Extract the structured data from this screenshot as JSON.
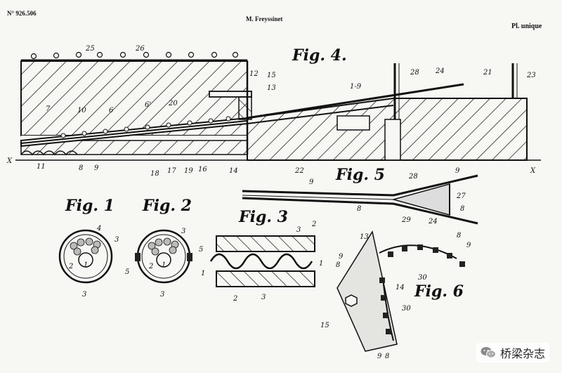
{
  "header": {
    "patent_no": "N° 926.506",
    "inventor": "M. Freyssinet",
    "plate": "Pl. unique"
  },
  "figures": {
    "fig1": "Fig. 1",
    "fig2": "Fig. 2",
    "fig3": "Fig. 3",
    "fig4": "Fig. 4.",
    "fig5": "Fig. 5",
    "fig6": "Fig. 6"
  },
  "watermark": {
    "text": "桥梁杂志",
    "icon": "wechat-icon"
  },
  "colors": {
    "ink": "#111111",
    "paper": "#f7f7f3"
  }
}
